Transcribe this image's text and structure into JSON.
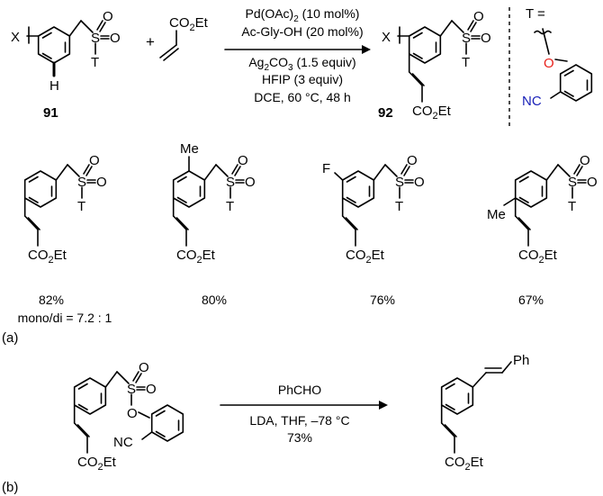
{
  "colors": {
    "oxygen": "#e8221c",
    "nitrogen": "#1a22b8",
    "text": "#000000"
  },
  "atoms": {
    "S": "S",
    "O": "O",
    "T": "T",
    "X": "X",
    "H": "H",
    "F": "F",
    "Me": "Me",
    "Ph": "Ph",
    "CO2Et_pre": "CO",
    "CO2Et_sub": "2",
    "CO2Et_post": "Et",
    "NC": "NC"
  },
  "reaction_a": {
    "reactant_label": "91",
    "product_label": "92",
    "t_definition_label": "T =",
    "conditions": {
      "line1_pre": "Pd(OAc)",
      "line1_sub": "2",
      "line1_post": " (10 mol%)",
      "line2": "Ac-Gly-OH (20 mol%)",
      "line3_pre": "Ag",
      "line3_sub1": "2",
      "line3_mid": "CO",
      "line3_sub2": "3",
      "line3_post": " (1.5 equiv)",
      "line4": "HFIP (3 equiv)",
      "line5": "DCE, 60 °C, 48 h"
    },
    "products": [
      {
        "yield": "82%",
        "selectivity": "mono/di = 7.2 : 1"
      },
      {
        "yield": "80%"
      },
      {
        "yield": "76%"
      },
      {
        "yield": "67%"
      }
    ],
    "panel_label": "(a)"
  },
  "reaction_b": {
    "reagent": "PhCHO",
    "conditions": "LDA, THF, –78 °C",
    "yield": "73%",
    "panel_label": "(b)"
  }
}
